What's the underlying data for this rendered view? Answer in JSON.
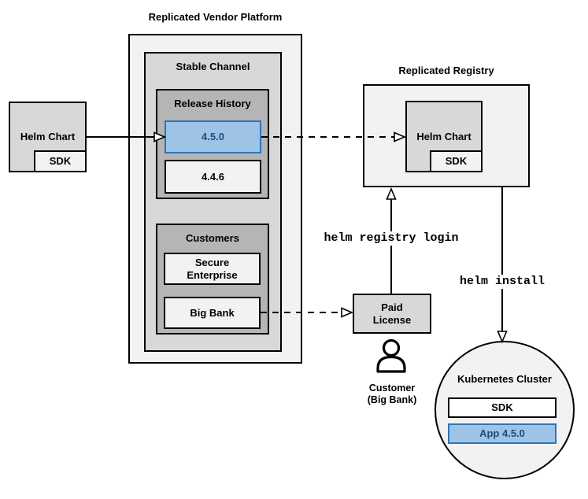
{
  "colors": {
    "accent_fill": "#9dc3e6",
    "accent_border": "#2e75b6",
    "accent_text": "#1f4e79",
    "light": "#f2f2f2",
    "medium": "#d8d8d8",
    "dark": "#b5b5b5",
    "line": "#000000"
  },
  "vendor_platform": {
    "title": "Replicated Vendor Platform",
    "stable_channel_label": "Stable Channel",
    "release_history_label": "Release History",
    "release_new": "4.5.0",
    "release_old": "4.4.6",
    "customers_label": "Customers",
    "customer_1": "Secure Enterprise",
    "customer_2": "Big Bank"
  },
  "source_chart": {
    "label": "Helm Chart",
    "sdk_label": "SDK"
  },
  "registry": {
    "title": "Replicated Registry",
    "chart_label": "Helm Chart",
    "sdk_label": "SDK"
  },
  "license": {
    "label": "Paid License",
    "caption_line1": "Customer",
    "caption_line2": "(Big Bank)"
  },
  "cluster": {
    "label": "Kubernetes Cluster",
    "sdk_label": "SDK",
    "app_label": "App 4.5.0"
  },
  "commands": {
    "registry_login": "helm registry login",
    "install": "helm install"
  }
}
